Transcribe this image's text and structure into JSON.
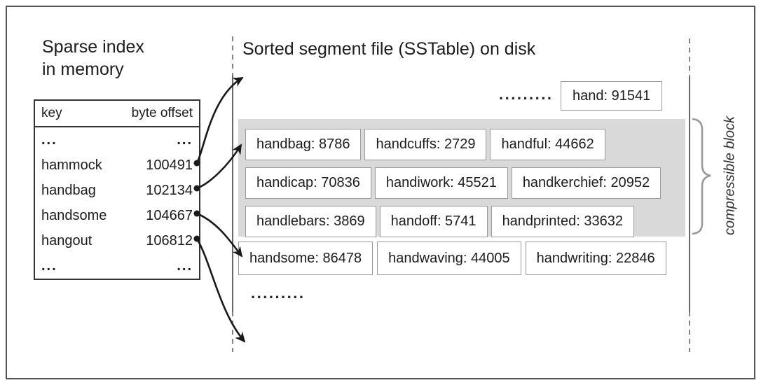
{
  "index": {
    "title": "Sparse index\nin memory",
    "header": {
      "key": "key",
      "offset": "byte offset"
    },
    "rows": [
      {
        "key": "...",
        "offset": "..."
      },
      {
        "key": "hammock",
        "offset": "100491"
      },
      {
        "key": "handbag",
        "offset": "102134"
      },
      {
        "key": "handsome",
        "offset": "104667"
      },
      {
        "key": "hangout",
        "offset": "106812"
      },
      {
        "key": "...",
        "offset": "..."
      }
    ]
  },
  "sstable": {
    "title": "Sorted segment file (SSTable) on disk",
    "top_dots": ".........",
    "top_box": "hand: 91541",
    "block_rows": [
      [
        "handbag: 8786",
        "handcuffs: 2729",
        "handful: 44662"
      ],
      [
        "handicap: 70836",
        "handiwork: 45521",
        "handkerchief: 20952"
      ],
      [
        "handlebars: 3869",
        "handoff: 5741",
        "handprinted: 33632"
      ]
    ],
    "after_row": [
      "handsome: 86478",
      "handwaving: 44005",
      "handwriting: 22846"
    ],
    "bottom_dots": "........."
  },
  "annotation": "compressible block",
  "colors": {
    "block_bg": "#d9d9d9",
    "box_border": "#9a9a9a",
    "frame": "#555555",
    "arrow": "#1a1a1a",
    "boundary_line": "#666666",
    "brace": "#999999"
  }
}
